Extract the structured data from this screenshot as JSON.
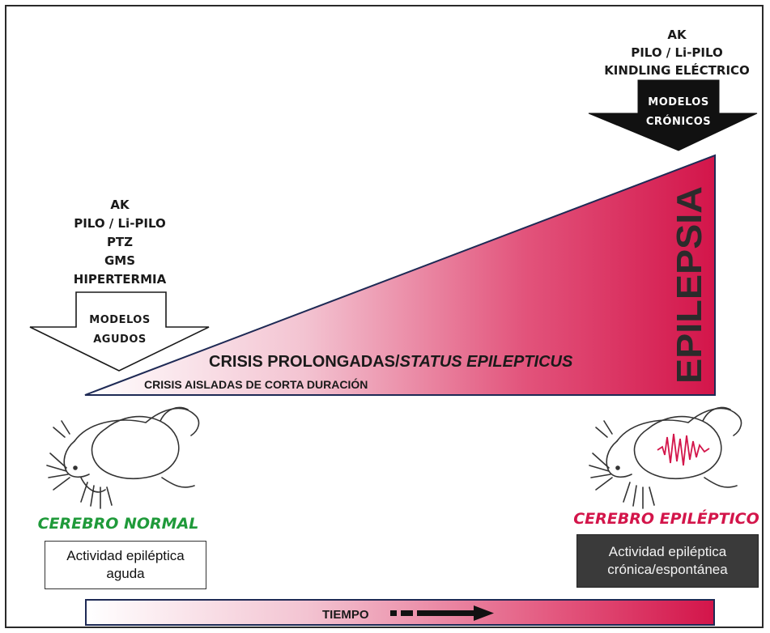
{
  "chronic": {
    "agents": [
      "AK",
      "PILO / Li-PILO",
      "KINDLING ELÉCTRICO"
    ],
    "arrow_label": [
      "MODELOS",
      "CRÓNICOS"
    ]
  },
  "acute": {
    "agents": [
      "AK",
      "PILO / Li-PILO",
      "PTZ",
      "GMS",
      "HIPERTERMIA"
    ],
    "arrow_label": [
      "MODELOS",
      "AGUDOS"
    ]
  },
  "triangle": {
    "crisis_prolonged_a": "CRISIS PROLONGADAS/",
    "crisis_prolonged_b": "STATUS EPILEPTICUS",
    "crisis_short": "CRISIS AISLADAS DE CORTA DURACIÓN",
    "epilepsia": "EPILEPSIA"
  },
  "brains": {
    "normal_title": "CEREBRO NORMAL",
    "epileptic_title": "CEREBRO EPILÉPTICO",
    "normal_box": [
      "Actividad epiléptica",
      "aguda"
    ],
    "epileptic_box": [
      "Actividad epiléptica",
      "crónica/espontánea"
    ]
  },
  "time_bar": {
    "label": "TIEMPO"
  },
  "colors": {
    "magenta": "#d3154a",
    "normal_green": "#1f9a3a",
    "epileptic_pink": "#d3154a",
    "dark_box": "#3a3a3a"
  }
}
